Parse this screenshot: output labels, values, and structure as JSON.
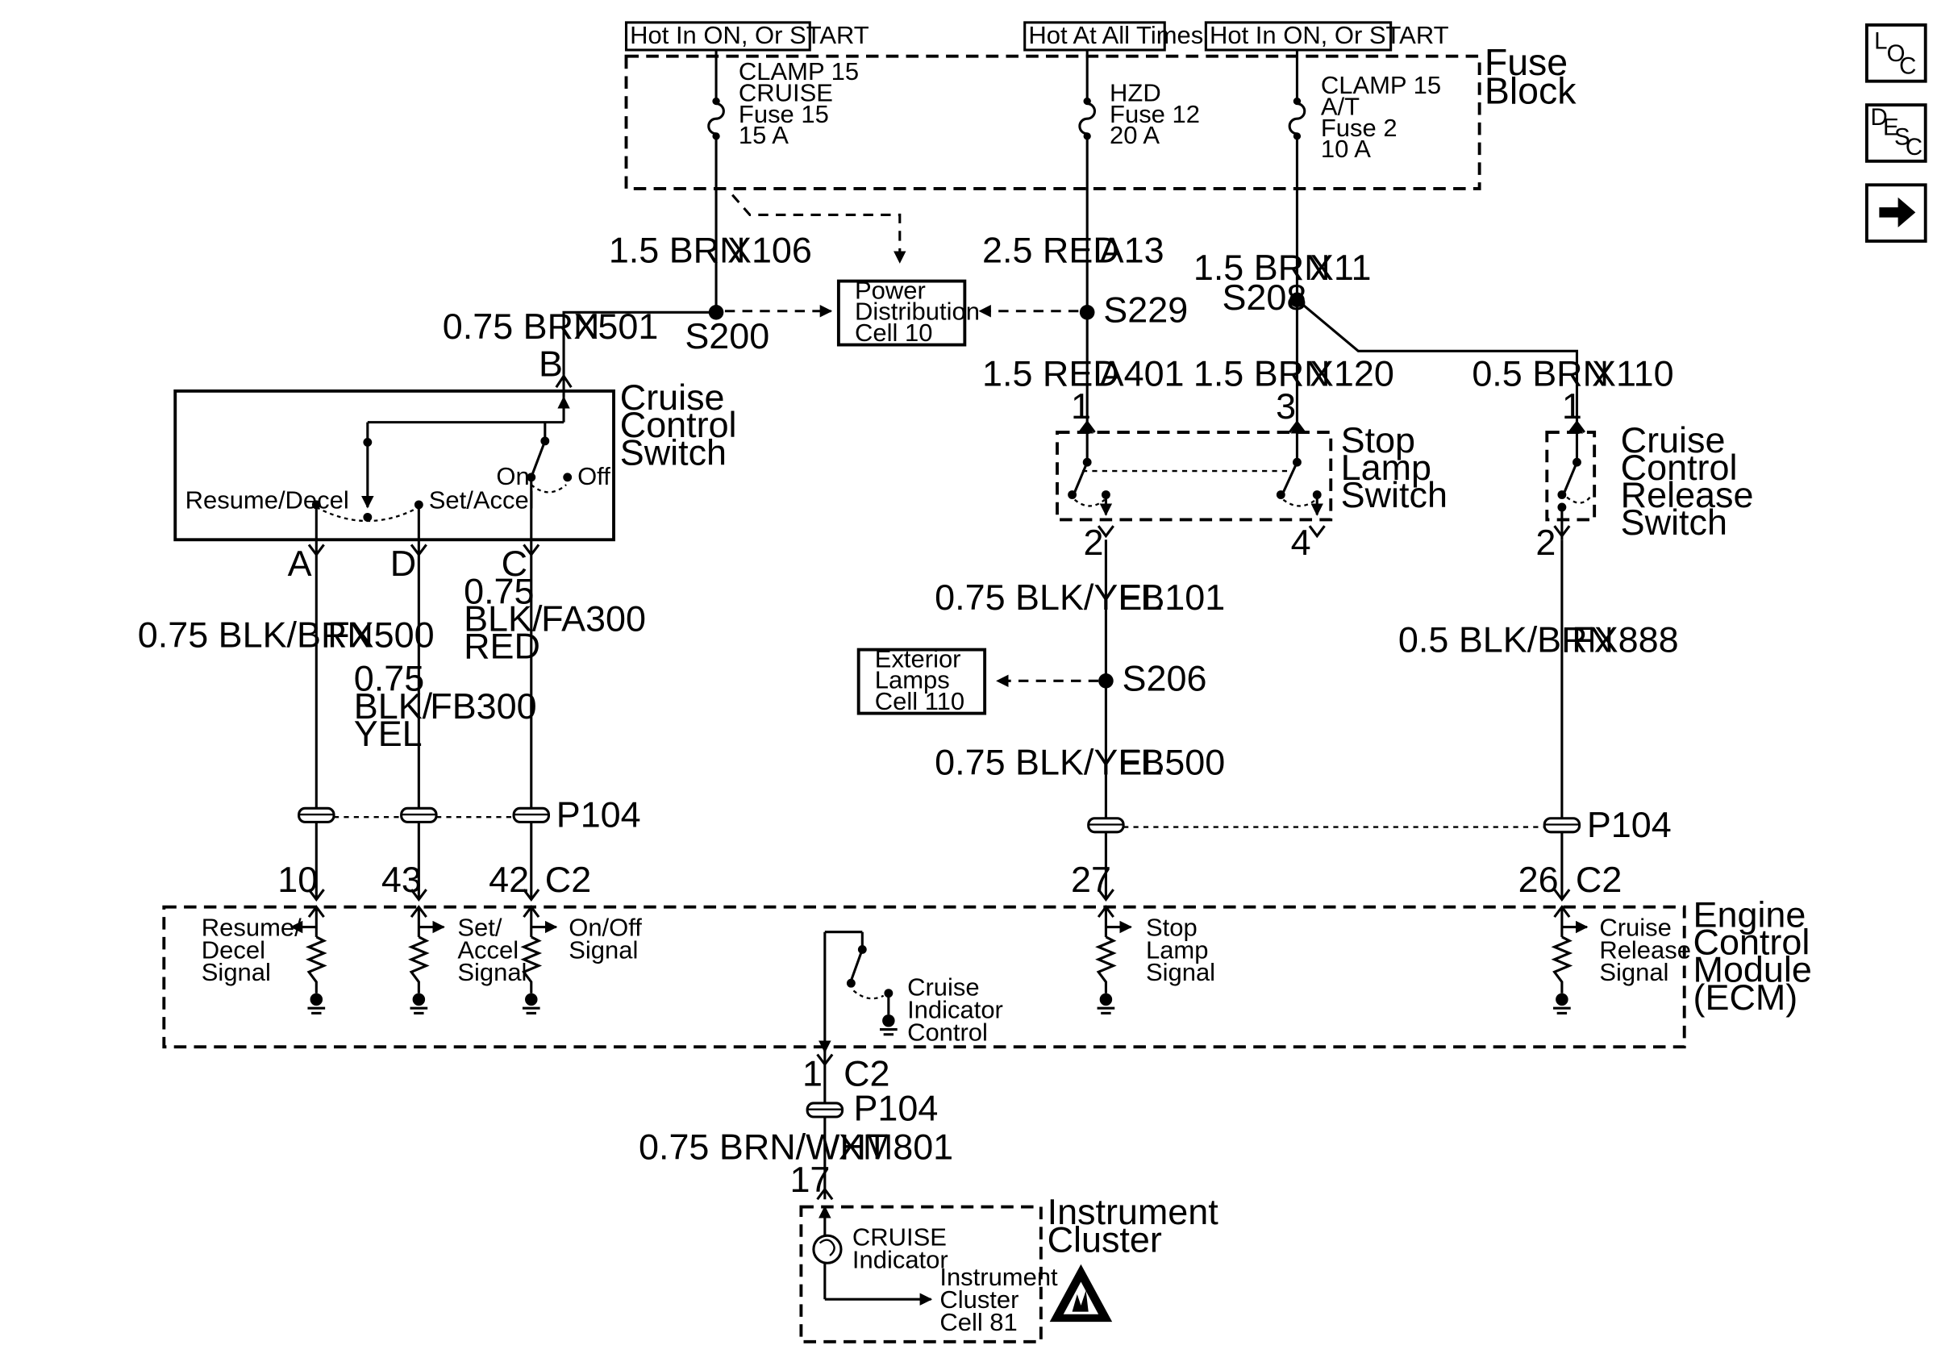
{
  "hot_labels": {
    "left": "Hot In ON, Or START",
    "middle": "Hot At All Times",
    "right": "Hot In ON, Or START"
  },
  "fuse_block": {
    "title_line1": "Fuse",
    "title_line2": "Block",
    "fuse15": [
      "CLAMP 15",
      "CRUISE",
      "Fuse 15",
      "15 A"
    ],
    "fuse12": [
      "HZD",
      "Fuse 12",
      "20 A"
    ],
    "fuse2": [
      "CLAMP 15",
      "A/T",
      "Fuse 2",
      "10 A"
    ]
  },
  "wires": {
    "x106_size": "1.5 BRN",
    "x106": "X106",
    "a13_size": "2.5 RED",
    "a13": "A13",
    "x11_size": "1.5 BRN",
    "x11": "X11",
    "x501_size": "0.75 BRN",
    "x501": "X501",
    "a401_size": "1.5 RED",
    "a401": "A401",
    "x120_size": "1.5 BRN",
    "x120": "X120",
    "x110_size": "0.5 BRN",
    "x110": "X110",
    "fx500_size": "0.75 BLK/BRN",
    "fx500": "FX500",
    "fb300_size": [
      "0.75",
      "BLK/",
      "YEL"
    ],
    "fb300": "FB300",
    "fa300_size": [
      "0.75",
      "BLK/",
      "RED"
    ],
    "fa300": "FA300",
    "fb101_size": "0.75 BLK/YEL",
    "fb101": "FB101",
    "fb500_size": "0.75 BLK/YEL",
    "fb500": "FB500",
    "fx888_size": "0.5 BLK/BRN",
    "fx888": "FX888",
    "xm801_size": "0.75 BRN/WHT",
    "xm801": "XM801"
  },
  "splices": {
    "s200": "S200",
    "s229": "S229",
    "s208": "S208",
    "s206": "S206"
  },
  "power_distribution": [
    "Power",
    "Distribution",
    "Cell 10"
  ],
  "exterior_lamps": [
    "Exterior",
    "Lamps",
    "Cell 110"
  ],
  "cruise_switch": {
    "title": [
      "Cruise",
      "Control",
      "Switch"
    ],
    "resume_decel": "Resume/Decel",
    "set_accel": "Set/Accel",
    "on": "On",
    "off": "Off",
    "pin_b": "B",
    "pin_a": "A",
    "pin_d": "D",
    "pin_c": "C"
  },
  "stop_lamp_switch": {
    "title": [
      "Stop",
      "Lamp",
      "Switch"
    ],
    "pin_1": "1",
    "pin_3": "3",
    "pin_2": "2",
    "pin_4": "4"
  },
  "cruise_release_switch": {
    "title": [
      "Cruise",
      "Control",
      "Release",
      "Switch"
    ],
    "pin_1": "1",
    "pin_2": "2"
  },
  "connectors": {
    "p104": "P104",
    "c2": "C2",
    "pin_10": "10",
    "pin_43": "43",
    "pin_42": "42",
    "pin_27": "27",
    "pin_26": "26",
    "pin_1": "1",
    "pin_17": "17"
  },
  "ecm": {
    "title": [
      "Engine",
      "Control",
      "Module",
      "(ECM)"
    ],
    "resume_decel_signal": [
      "Resume/",
      "Decel",
      "Signal"
    ],
    "set_accel_signal": [
      "Set/",
      "Accel",
      "Signal"
    ],
    "onoff_signal": [
      "On/Off",
      "Signal"
    ],
    "cruise_indicator_control": [
      "Cruise",
      "Indicator",
      "Control"
    ],
    "stop_lamp_signal": [
      "Stop",
      "Lamp",
      "Signal"
    ],
    "cruise_release_signal": [
      "Cruise",
      "Release",
      "Signal"
    ]
  },
  "instrument_cluster": {
    "title": [
      "Instrument",
      "Cluster"
    ],
    "indicator": [
      "CRUISE",
      "Indicator"
    ],
    "cell": [
      "Instrument",
      "Cluster",
      "Cell 81"
    ]
  },
  "nav": {
    "loc": [
      "L",
      "O",
      "C"
    ],
    "desc": [
      "D",
      "E",
      "S",
      "C"
    ]
  }
}
